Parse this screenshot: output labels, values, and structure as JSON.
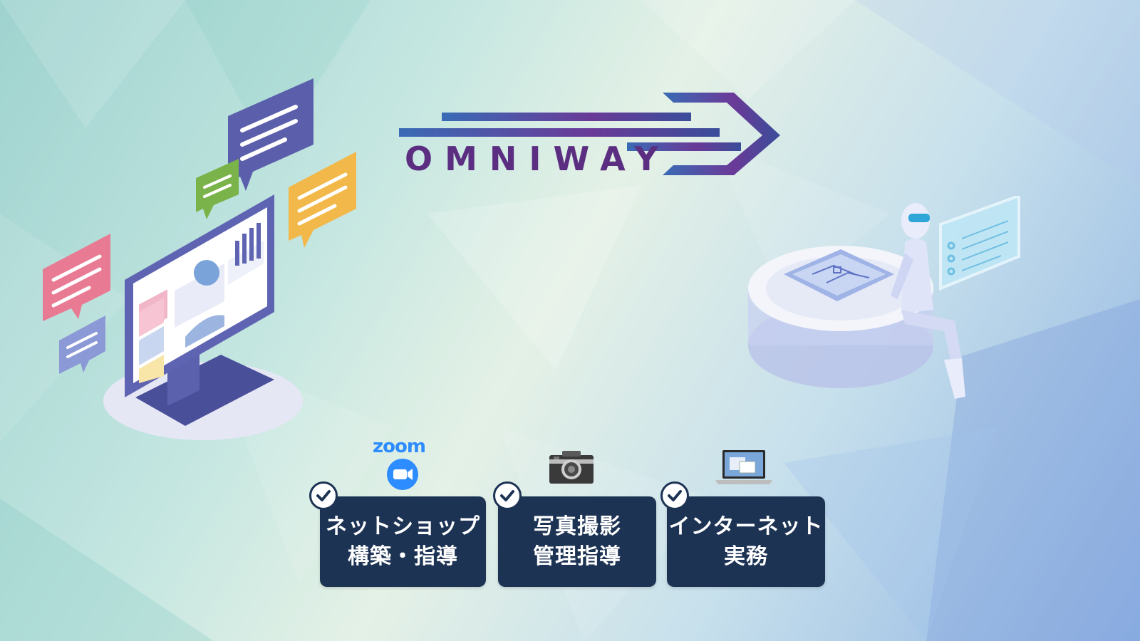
{
  "brand": {
    "name": "OMNIWAY",
    "colors": {
      "blue": "#3a6bb5",
      "purple": "#6a3a98",
      "navy": "#1d3354"
    }
  },
  "services": [
    {
      "icon": "zoom-icon",
      "icon_label": "zoom",
      "line1": "ネットショップ",
      "line2": "構築・指導"
    },
    {
      "icon": "camera-icon",
      "line1": "写真撮影",
      "line2": "管理指導"
    },
    {
      "icon": "laptop-icon",
      "line1": "インターネット",
      "line2": "実務"
    }
  ],
  "illustrations": {
    "left": "video-conference-monitor-illustration",
    "right": "robot-ai-chip-illustration"
  }
}
